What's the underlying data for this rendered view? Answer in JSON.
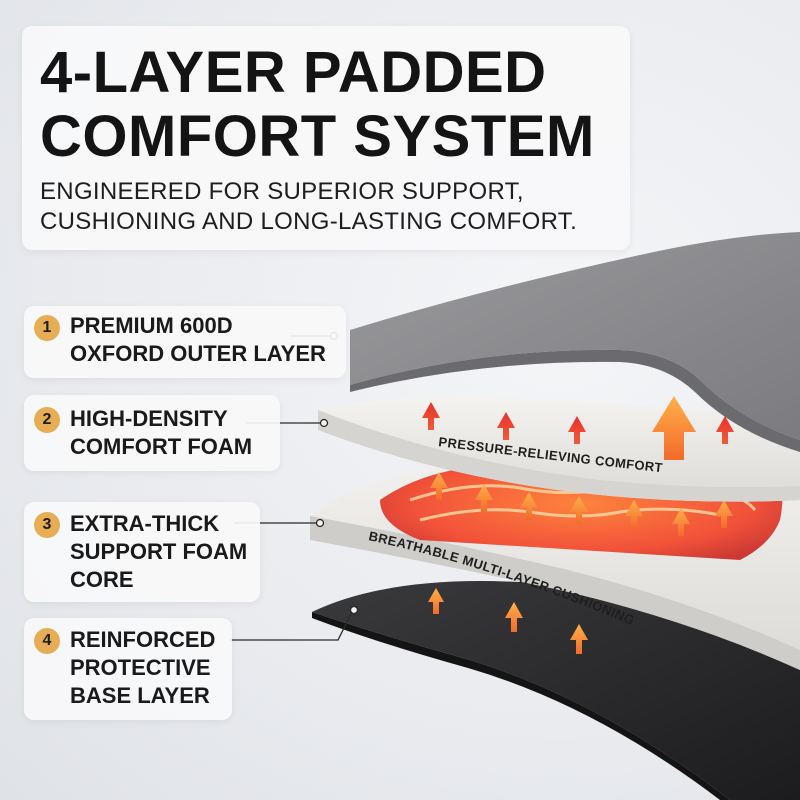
{
  "header": {
    "title_line1": "4-LAYER PADDED",
    "title_line2": "COMFORT SYSTEM",
    "subtitle_line1": "ENGINEERED FOR SUPERIOR SUPPORT,",
    "subtitle_line2": "CUSHIONING AND LONG-LASTING COMFORT."
  },
  "layers": [
    {
      "number": "1",
      "lines": [
        "PREMIUM 600D",
        "OXFORD OUTER LAYER"
      ]
    },
    {
      "number": "2",
      "lines": [
        "HIGH-DENSITY",
        "COMFORT FOAM"
      ]
    },
    {
      "number": "3",
      "lines": [
        "EXTRA-THICK",
        "SUPPORT FOAM",
        "CORE"
      ]
    },
    {
      "number": "4",
      "lines": [
        "REINFORCED",
        "PROTECTIVE",
        "BASE LAYER"
      ]
    }
  ],
  "illustration": {
    "foam_label": "PRESSURE-RELIEVING COMFORT",
    "core_label": "BREATHABLE MULTI-LAYER CUSHIONING"
  },
  "colors": {
    "badge": "#e6ad55",
    "outer_layer": "#8e8e91",
    "foam": "#ecebe8",
    "heat": "#ff5a1e",
    "base_layer": "#2a2a2c",
    "arrow": "#ff8a3c"
  }
}
